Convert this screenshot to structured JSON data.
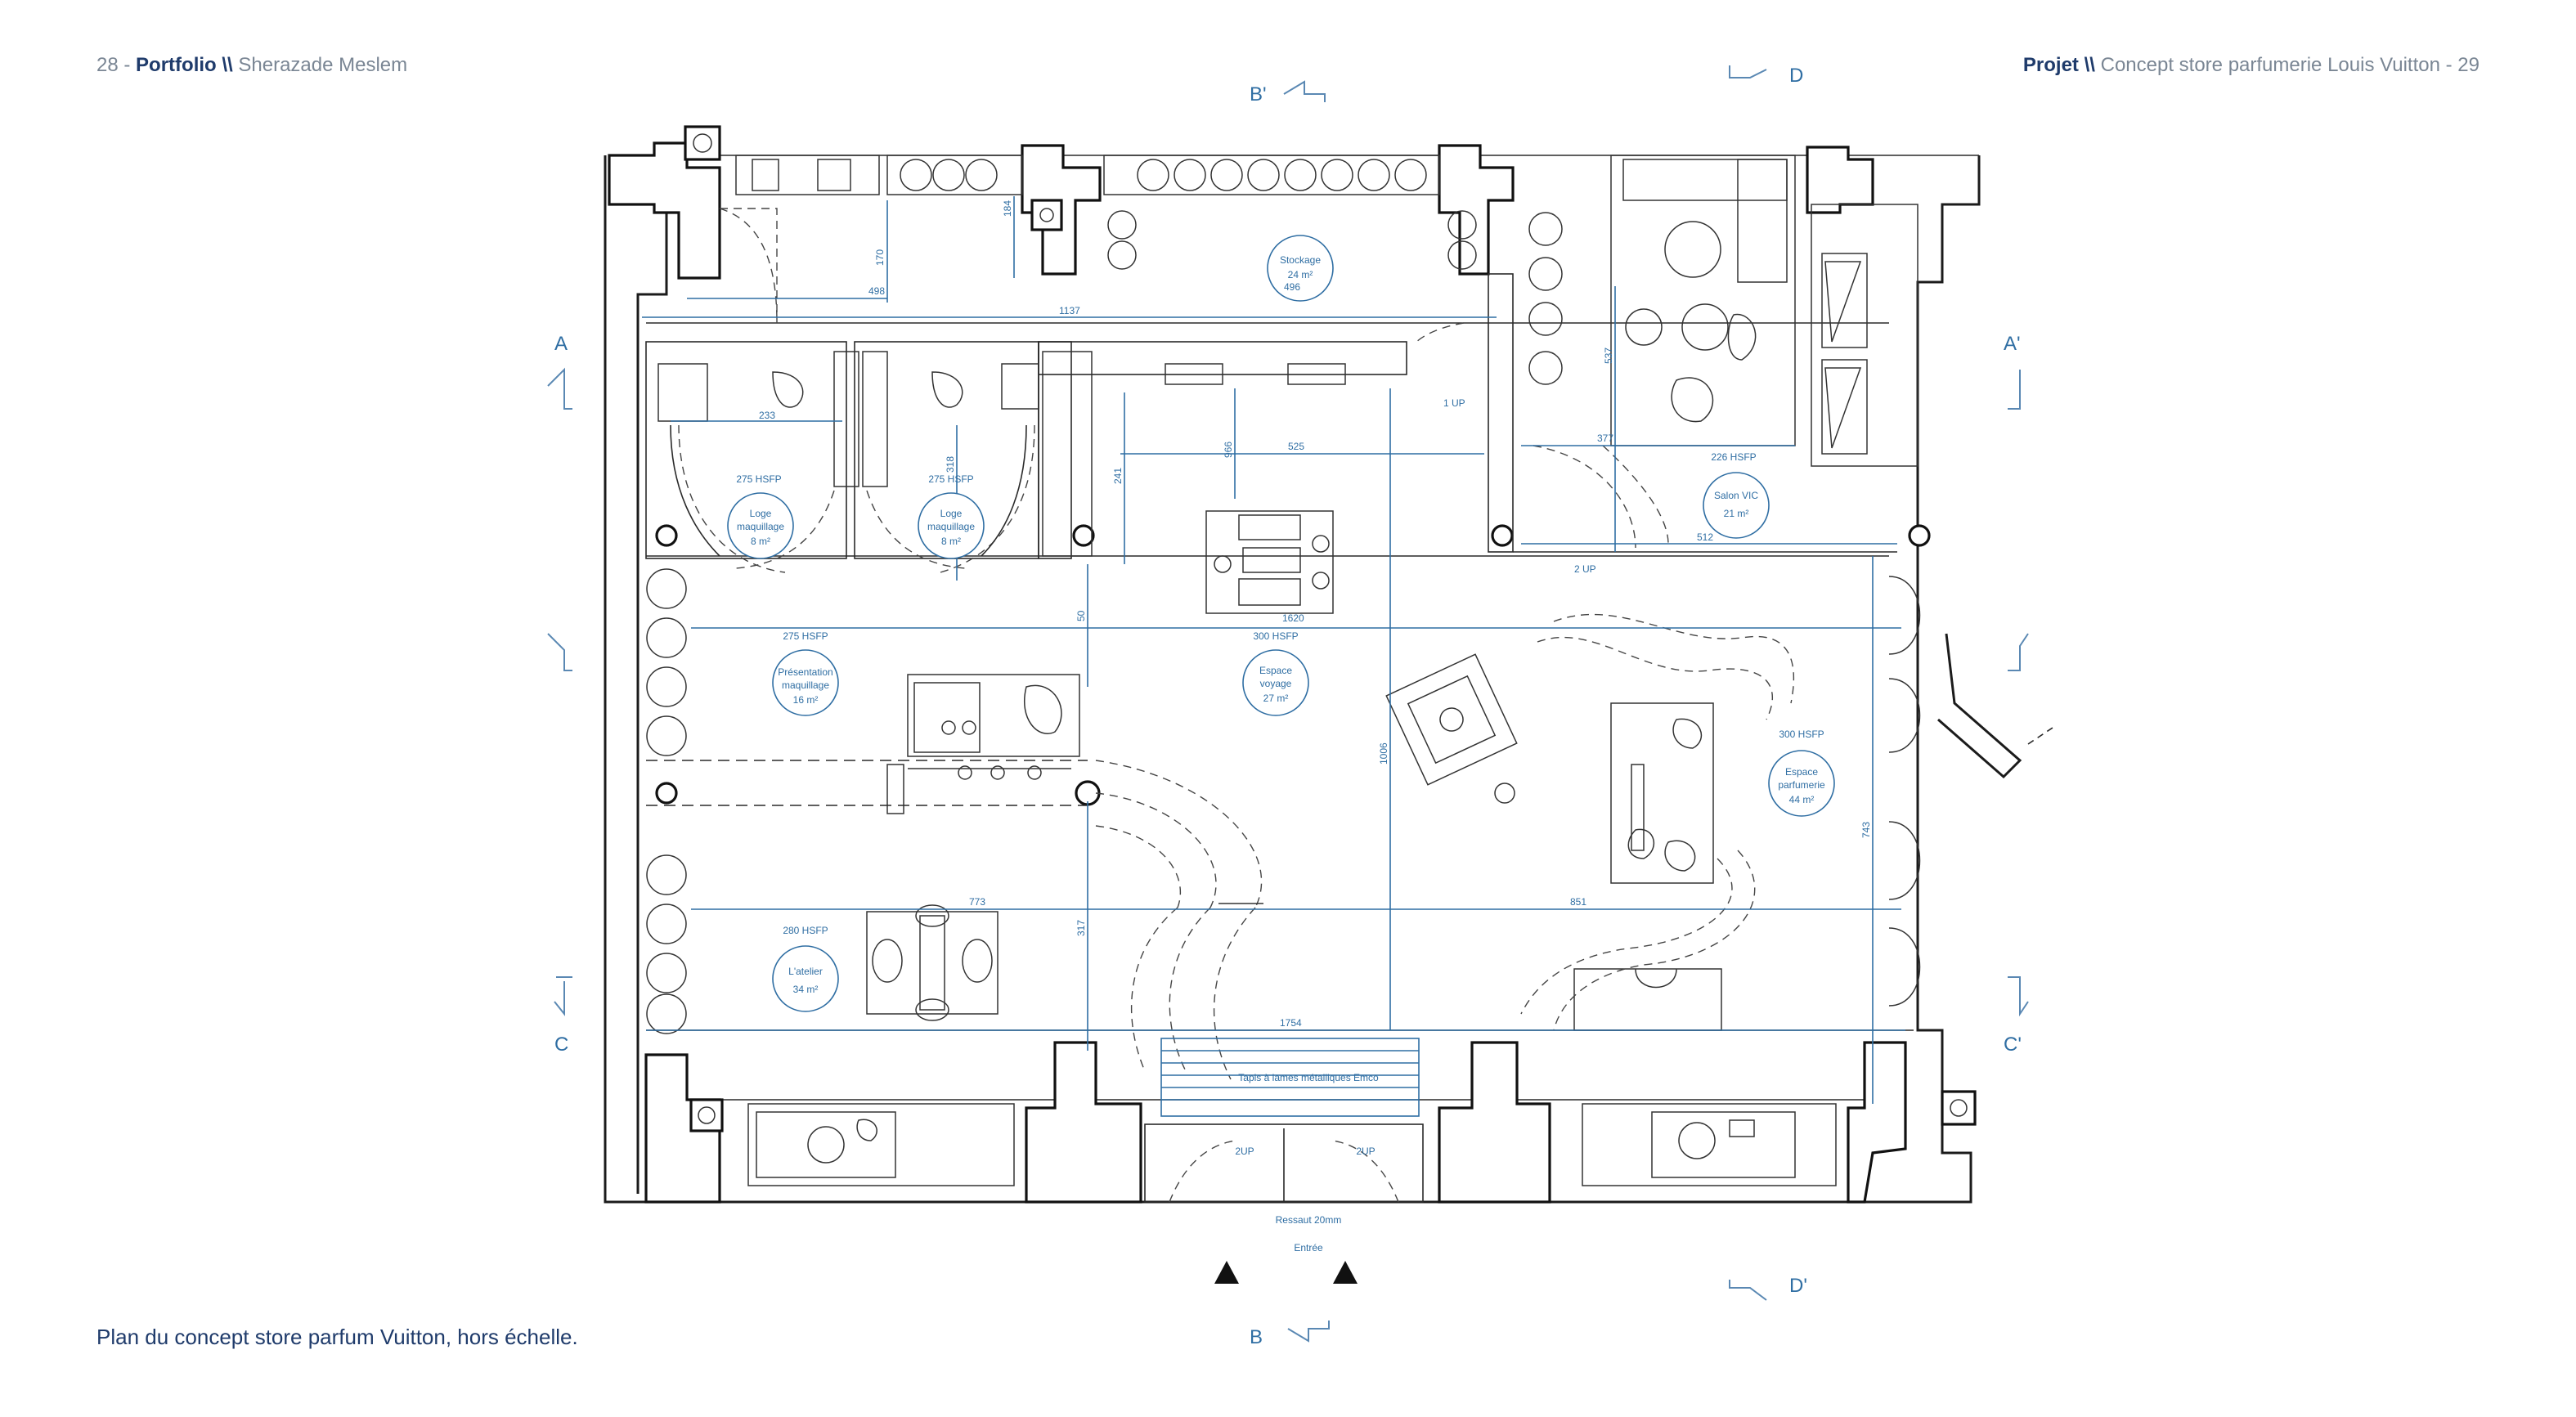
{
  "header": {
    "page_left": "28",
    "separator_left": "-",
    "portfolio": "Portfolio \\\\",
    "author": "Sherazade Meslem",
    "projet": "Projet \\\\",
    "project_title": "Concept store parfumerie Louis Vuitton",
    "separator_right": "-",
    "page_right": "29"
  },
  "caption": "Plan du concept store parfum Vuitton, hors échelle.",
  "sections": {
    "a": "A",
    "a_prime": "A'",
    "b": "B",
    "b_prime": "B'",
    "c": "C",
    "c_prime": "C'",
    "d": "D",
    "d_prime": "D'"
  },
  "rooms": {
    "loge1": {
      "hsfp": "275 HSFP",
      "line1": "Loge",
      "line2": "maquillage",
      "area": "8 m²"
    },
    "loge2": {
      "hsfp": "275 HSFP",
      "line1": "Loge",
      "line2": "maquillage",
      "area": "8 m²"
    },
    "stockage": {
      "line1": "Stockage",
      "area": "24 m²",
      "dim": "496"
    },
    "salon": {
      "hsfp": "226 HSFP",
      "line1": "Salon VIC",
      "area": "21 m²"
    },
    "presentation": {
      "hsfp": "275 HSFP",
      "line1": "Présentation",
      "line2": "maquillage",
      "area": "16 m²"
    },
    "voyage": {
      "hsfp": "300 HSFP",
      "line1": "Espace",
      "line2": "voyage",
      "area": "27 m²"
    },
    "parfumerie": {
      "hsfp": "300 HSFP",
      "line1": "Espace",
      "line2": "parfumerie",
      "area": "44 m²"
    },
    "atelier": {
      "hsfp": "280 HSFP",
      "line1": "L'atelier",
      "area": "34 m²"
    }
  },
  "dimensions": {
    "d498": "498",
    "d170": "170",
    "d184": "184",
    "d1137": "1137",
    "d233": "233",
    "d318": "318",
    "d241": "241",
    "d966": "966",
    "d525": "525",
    "d1up": "1 UP",
    "d537": "537",
    "d377": "377",
    "d512": "512",
    "d2up": "2 UP",
    "d1620": "1620",
    "d50": "50",
    "d1006": "1006",
    "d743": "743",
    "d773": "773",
    "d851": "851",
    "d317": "317",
    "d1754": "1754"
  },
  "notes": {
    "tapis": "Tapis à lames métalliques Emco",
    "up_left": "2UP",
    "up_right": "2UP",
    "ressaut": "Ressaut 20mm",
    "entree": "Entrée"
  }
}
